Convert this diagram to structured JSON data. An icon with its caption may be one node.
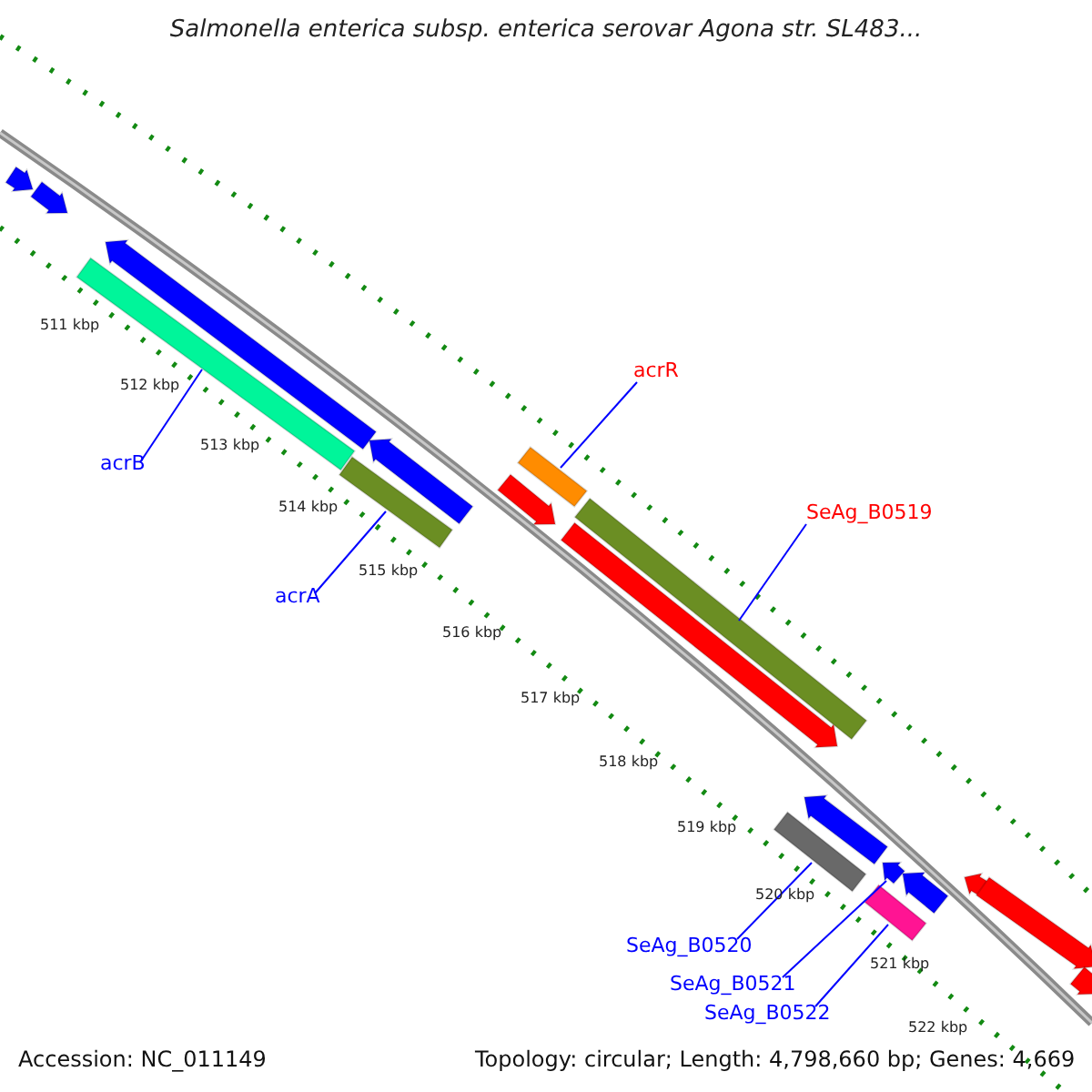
{
  "diagram": {
    "title": "Salmonella enterica subsp. enterica serovar Agona str. SL483...",
    "nodes": [
      {
        "text": [
          "acrB"
        ]
      },
      {
        "text": [],
        "shape": "bar"
      },
      {
        "text": [
          "acrA"
        ]
      },
      {
        "text": [],
        "shape": "bar"
      },
      {
        "text": [
          "acrR"
        ]
      },
      {
        "text": [],
        "shape": "bar"
      },
      {
        "text": [
          "SeAg_B0519"
        ]
      },
      {
        "text": [],
        "shape": "bar"
      },
      {
        "text": [
          "SeAg_B0520"
        ]
      },
      {
        "text": [],
        "shape": "bar"
      },
      {
        "text": [
          "SeAg_B0521"
        ]
      },
      {
        "text": [],
        "shape": "arrow"
      },
      {
        "text": [
          "SeAg_B0522"
        ]
      },
      {
        "text": [],
        "shape": "bar"
      }
    ],
    "edges": [
      {
        "from": 0,
        "to": 1,
        "arrow": "none"
      },
      {
        "from": 2,
        "to": 3,
        "arrow": "none"
      },
      {
        "from": 4,
        "to": 5,
        "arrow": "none"
      },
      {
        "from": 6,
        "to": 7,
        "arrow": "none"
      },
      {
        "from": 8,
        "to": 9,
        "arrow": "none"
      },
      {
        "from": 10,
        "to": 11,
        "arrow": "none"
      },
      {
        "from": 12,
        "to": 13,
        "arrow": "none"
      }
    ],
    "labels": [
      "511 kbp",
      "512 kbp",
      "513 kbp",
      "514 kbp",
      "515 kbp",
      "516 kbp",
      "517 kbp",
      "518 kbp",
      "519 kbp",
      "520 kbp",
      "521 kbp",
      "522 kbp",
      "Accession: NC_011149",
      "Topology: circular; Length: 4,798,660 bp; Genes: 4,669"
    ]
  }
}
